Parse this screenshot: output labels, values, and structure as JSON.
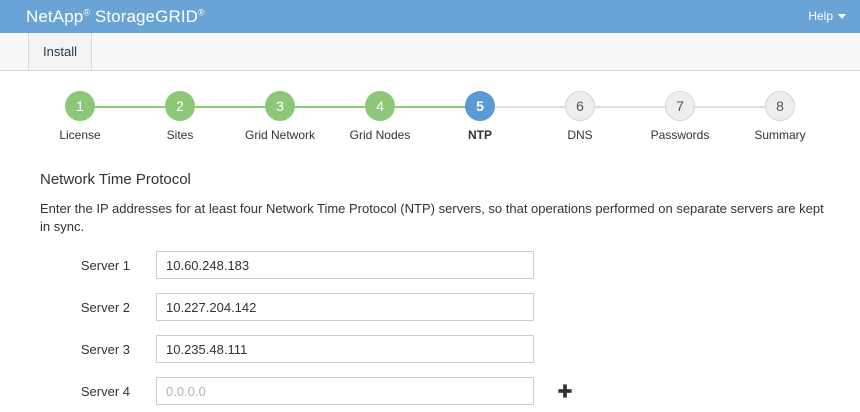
{
  "header": {
    "brand_prefix": "NetApp",
    "brand_reg1": "®",
    "brand_product": "StorageGRID",
    "brand_reg2": "®",
    "help_label": "Help",
    "caret_icon": "chevron-down-icon",
    "background_color": "#6aa3d5"
  },
  "tabs": [
    {
      "label": "Install",
      "active": true
    }
  ],
  "stepper": {
    "done_color": "#8cc878",
    "active_color": "#5a9bd5",
    "todo_color": "#eeeeee",
    "steps": [
      {
        "number": "1",
        "label": "License",
        "state": "done"
      },
      {
        "number": "2",
        "label": "Sites",
        "state": "done"
      },
      {
        "number": "3",
        "label": "Grid Network",
        "state": "done"
      },
      {
        "number": "4",
        "label": "Grid Nodes",
        "state": "done"
      },
      {
        "number": "5",
        "label": "NTP",
        "state": "active"
      },
      {
        "number": "6",
        "label": "DNS",
        "state": "todo"
      },
      {
        "number": "7",
        "label": "Passwords",
        "state": "todo"
      },
      {
        "number": "8",
        "label": "Summary",
        "state": "todo"
      }
    ]
  },
  "main": {
    "title": "Network Time Protocol",
    "description": "Enter the IP addresses for at least four Network Time Protocol (NTP) servers, so that operations performed on separate servers are kept in sync.",
    "servers": [
      {
        "label": "Server 1",
        "value": "10.60.248.183",
        "placeholder": "0.0.0.0"
      },
      {
        "label": "Server 2",
        "value": "10.227.204.142",
        "placeholder": "0.0.0.0"
      },
      {
        "label": "Server 3",
        "value": "10.235.48.111",
        "placeholder": "0.0.0.0"
      },
      {
        "label": "Server 4",
        "value": "",
        "placeholder": "0.0.0.0"
      }
    ],
    "add_icon": "plus-icon"
  }
}
